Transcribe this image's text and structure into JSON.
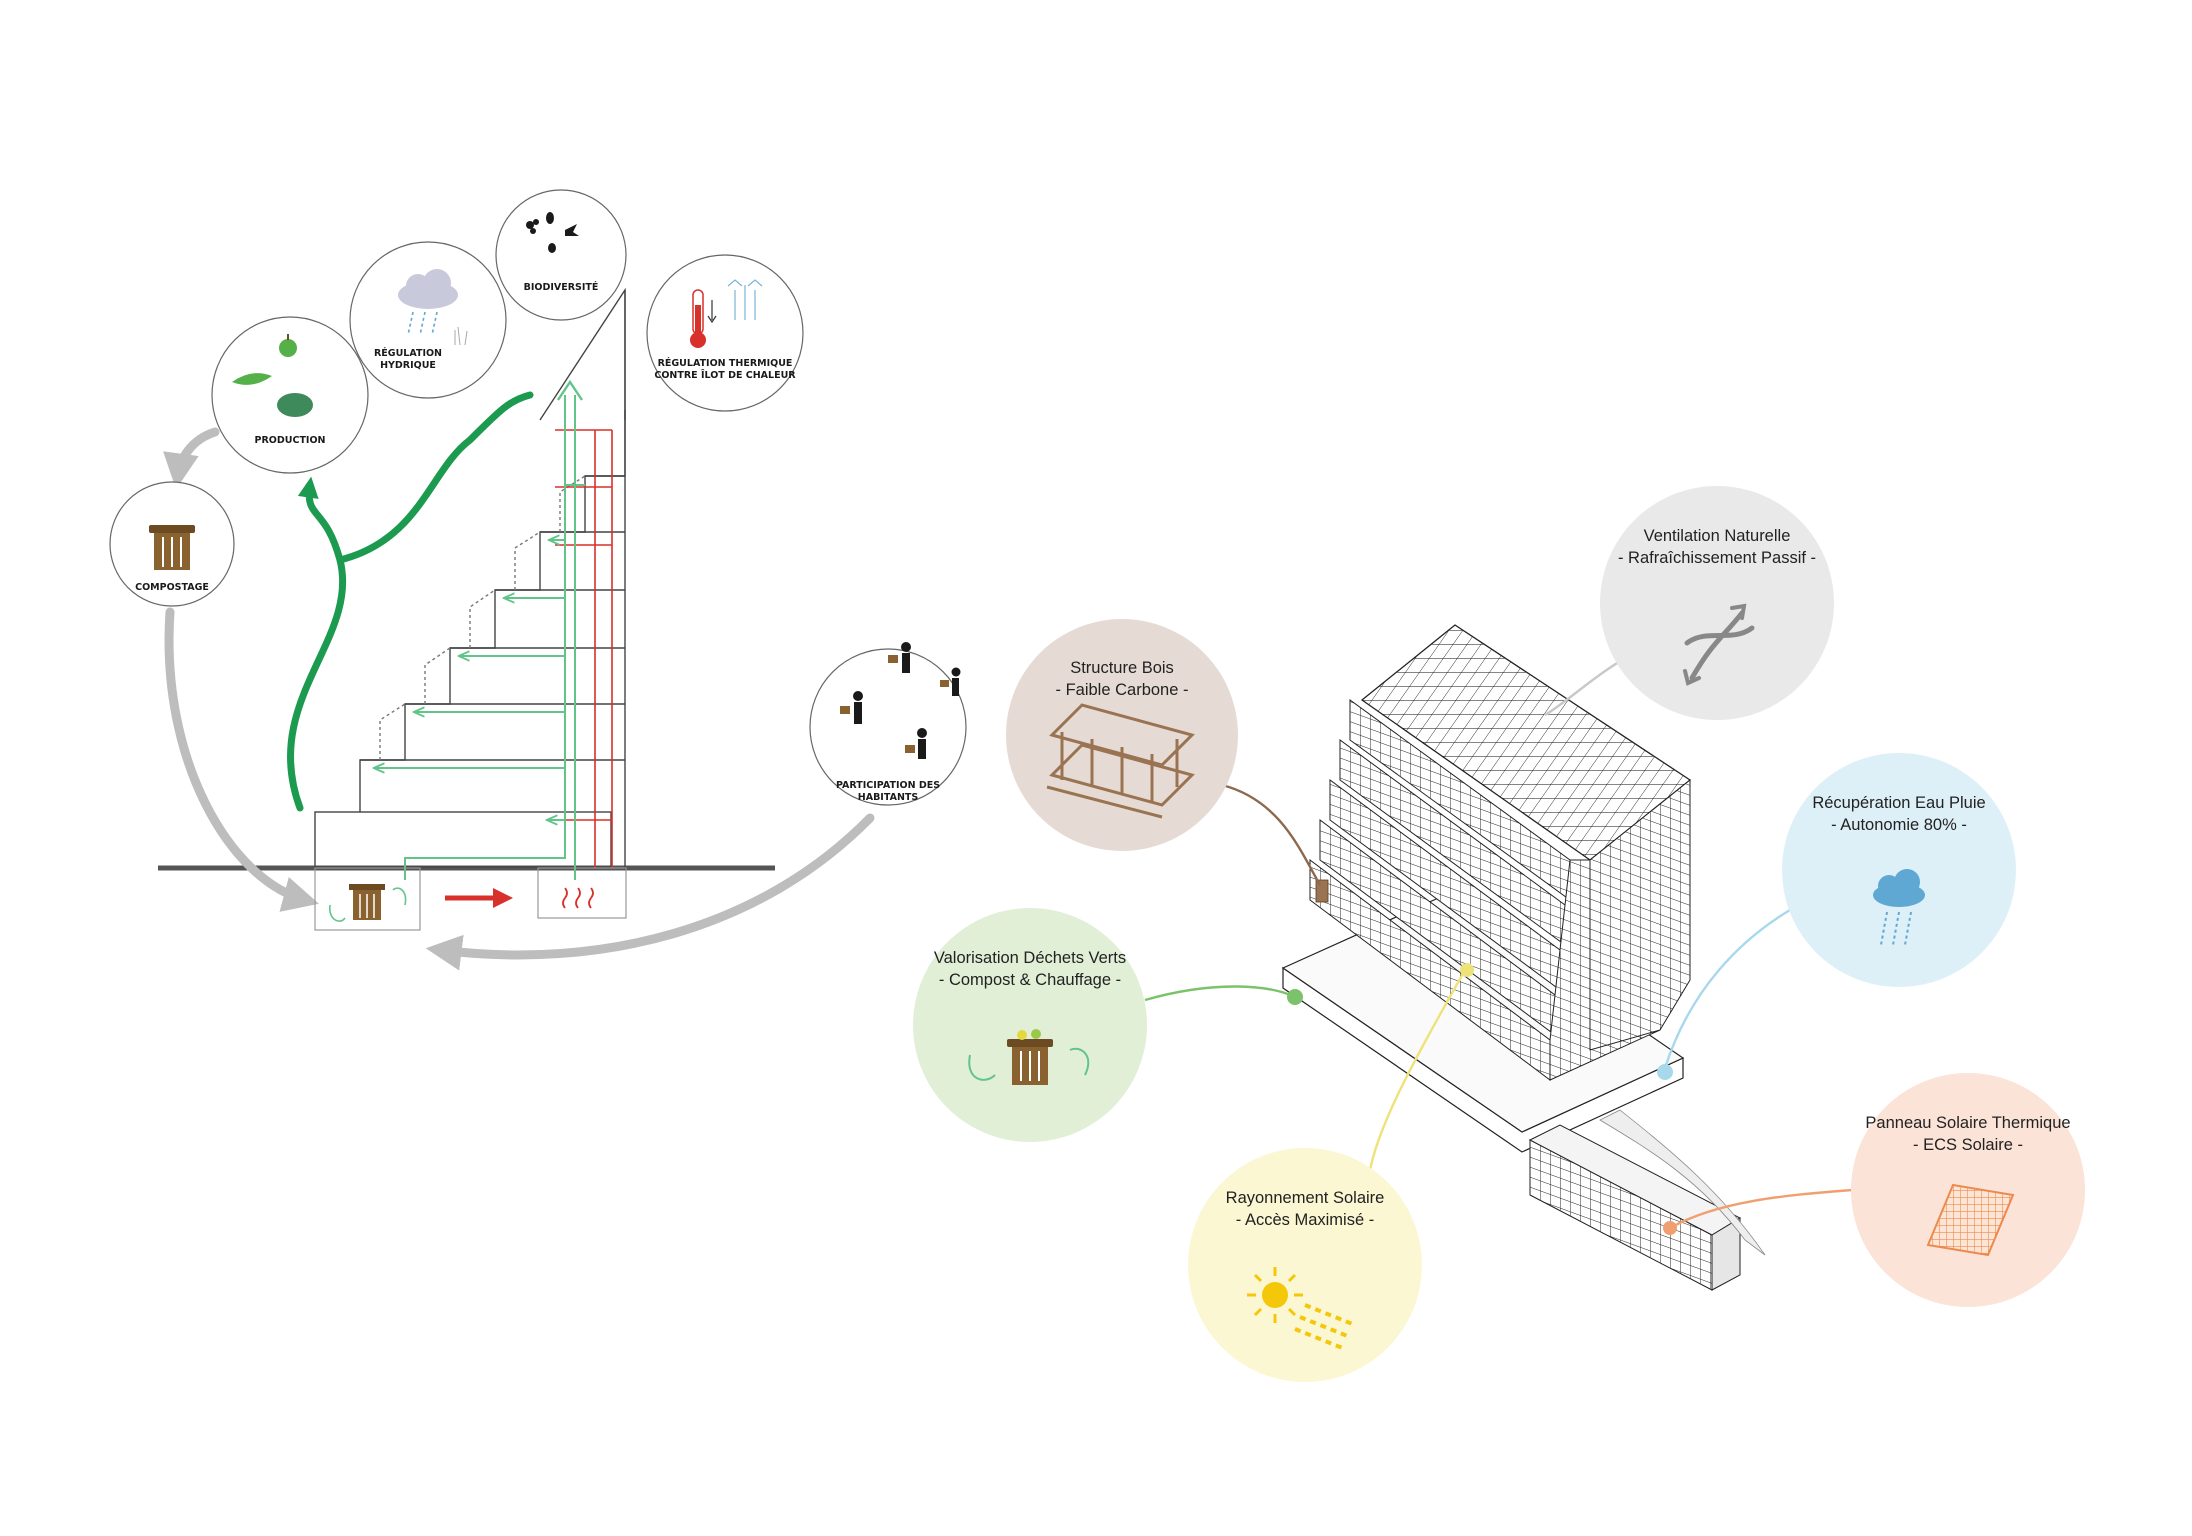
{
  "section_diagram": {
    "circles": [
      {
        "id": "production",
        "lines": [
          "PRODUCTION"
        ]
      },
      {
        "id": "regulation_hydrique",
        "lines": [
          "RÉGULATION",
          "HYDRIQUE"
        ]
      },
      {
        "id": "biodiversite",
        "lines": [
          "BIODIVERSITÉ"
        ]
      },
      {
        "id": "regulation_thermique",
        "lines": [
          "RÉGULATION THERMIQUE",
          "CONTRE ÎLOT DE CHALEUR"
        ]
      },
      {
        "id": "compostage",
        "lines": [
          "COMPOSTAGE"
        ]
      },
      {
        "id": "participation",
        "lines": [
          "PARTICIPATION DES",
          "HABITANTS"
        ]
      }
    ]
  },
  "callouts": [
    {
      "id": "structure_bois",
      "title": "Structure Bois",
      "subtitle": "- Faible Carbone -",
      "fill": "#e6dbd4",
      "line_color": "#8b6a4f",
      "icon": "timber-frame-icon"
    },
    {
      "id": "ventilation",
      "title": "Ventilation Naturelle",
      "subtitle": "- Rafraîchissement Passif -",
      "fill": "#e9e9e9",
      "line_color": "#c8c8c8",
      "icon": "airflow-arrows-icon"
    },
    {
      "id": "recuperation",
      "title": "Récupération Eau Pluie",
      "subtitle": "- Autonomie 80% -",
      "fill": "#def0f7",
      "line_color": "#a8d8ec",
      "icon": "rain-cloud-icon"
    },
    {
      "id": "valorisation",
      "title": "Valorisation Déchets Verts",
      "subtitle": "- Compost & Chauffage -",
      "fill": "#e2efd7",
      "line_color": "#7cc26a",
      "icon": "compost-bin-icon"
    },
    {
      "id": "panneau",
      "title": "Panneau Solaire Thermique",
      "subtitle": "- ECS Solaire -",
      "fill": "#fbe3d7",
      "line_color": "#f0a070",
      "icon": "solar-panel-icon"
    },
    {
      "id": "rayonnement",
      "title": "Rayonnement Solaire",
      "subtitle": "- Accès Maximisé -",
      "fill": "#fbf7d2",
      "line_color": "#eee27a",
      "icon": "sun-icon"
    }
  ],
  "colors": {
    "green_flow": "#1c9a4f",
    "light_green": "#63c48a",
    "red_pipe": "#d8302a",
    "grey_arrow": "#bdbdbd",
    "ground": "#555555"
  }
}
